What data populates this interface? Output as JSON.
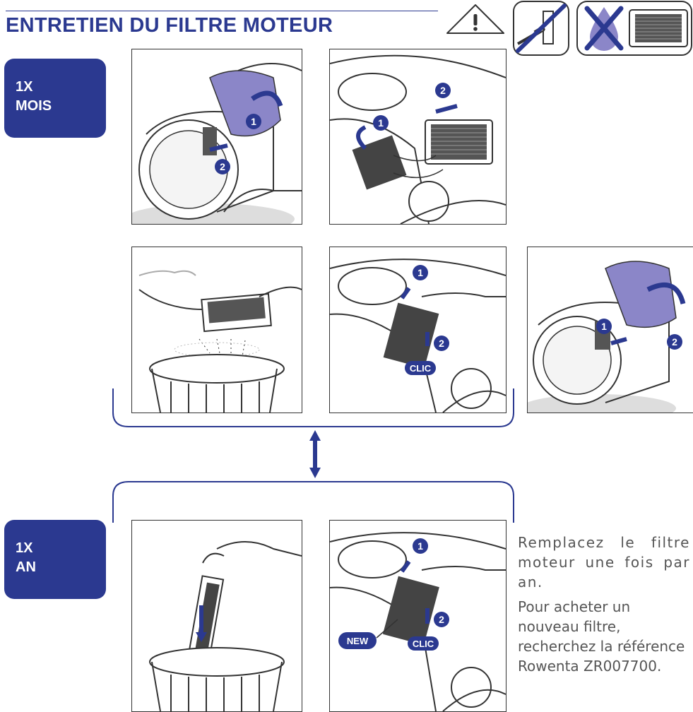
{
  "header": {
    "title": "ENTRETIEN DU FILTRE MOTEUR"
  },
  "icons": [
    "warning-icon",
    "no-unplugged-icon",
    "no-water-icon",
    "filter-icon"
  ],
  "freq_month": {
    "line1": "1X",
    "line2": "MOIS"
  },
  "freq_year": {
    "line1": "1X",
    "line2": "AN"
  },
  "steps": {
    "step1": {
      "num1": "1",
      "num2": "2"
    },
    "step2": {
      "num1": "1",
      "num2": "2"
    },
    "step4": {
      "num1": "1",
      "num2": "2",
      "clic": "CLIC"
    },
    "step5": {
      "num1": "1",
      "num2": "2"
    },
    "step7": {
      "num1": "1",
      "num2": "2",
      "clic": "CLIC",
      "new": "NEW"
    }
  },
  "description": {
    "p1": "Remplacez le filtre moteur une fois par an.",
    "p2": "Pour acheter un nouveau filtre, recherchez la référence Rowenta ZR007700."
  },
  "colors": {
    "brand": "#2b3990",
    "accent": "#8b86c8",
    "text": "#555555"
  }
}
